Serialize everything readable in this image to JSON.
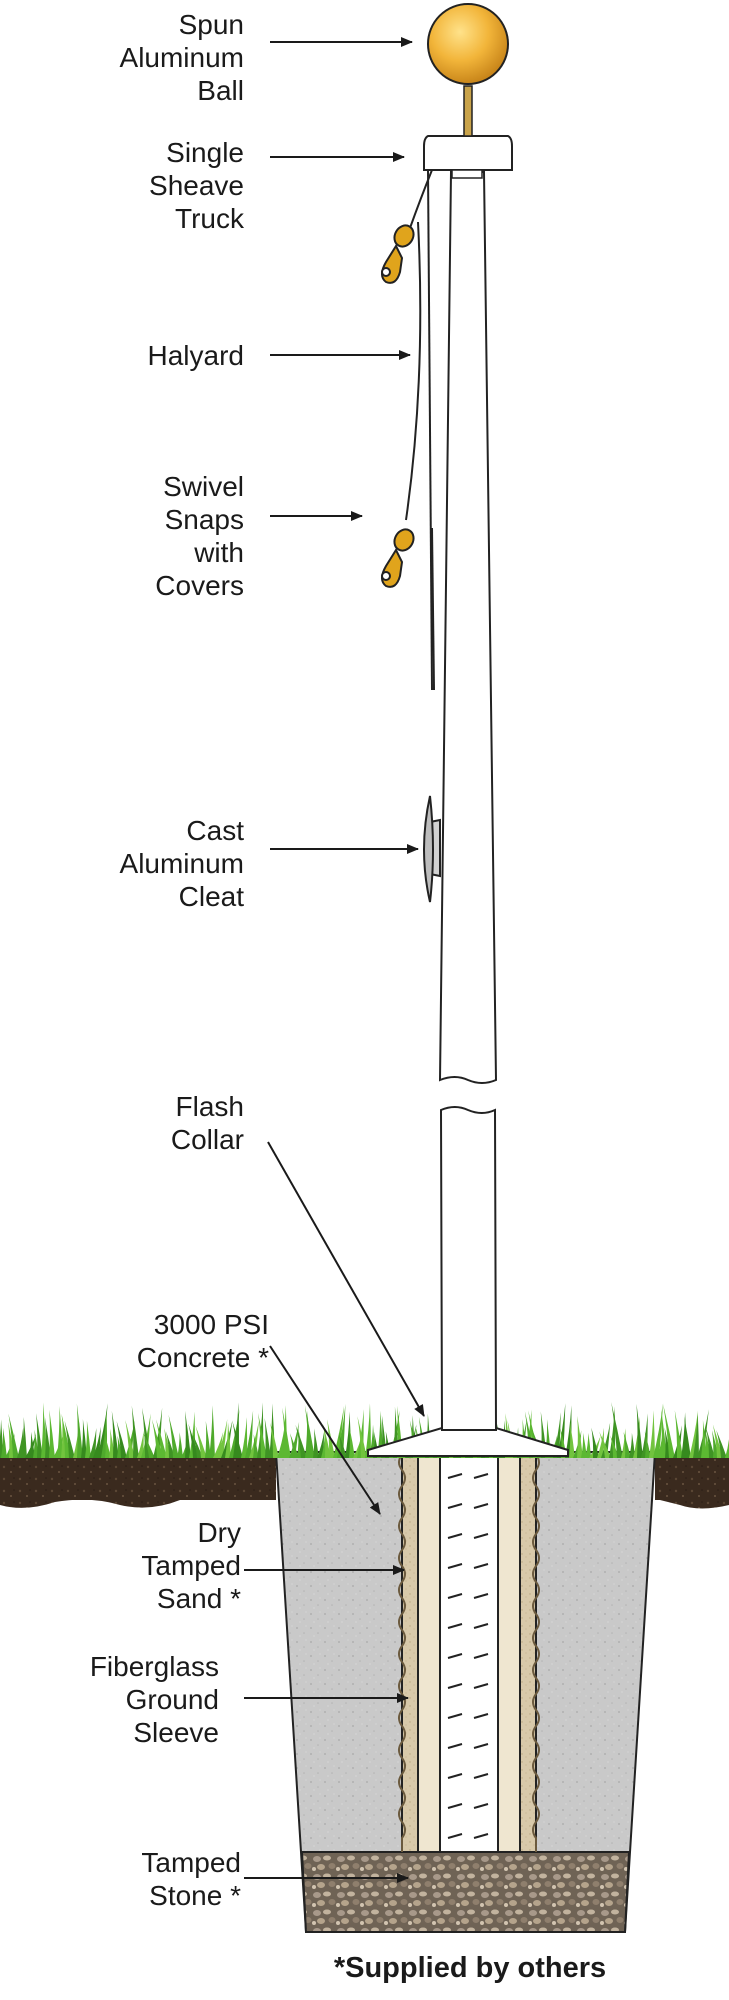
{
  "labels": {
    "ball": [
      "Spun",
      "Aluminum",
      "Ball"
    ],
    "truck": [
      "Single",
      "Sheave",
      "Truck"
    ],
    "halyard": [
      "Halyard"
    ],
    "snaps": [
      "Swivel",
      "Snaps",
      "with",
      "Covers"
    ],
    "cleat": [
      "Cast",
      "Aluminum",
      "Cleat"
    ],
    "collar": [
      "Flash",
      "Collar"
    ],
    "concrete": [
      "3000 PSI",
      "Concrete *"
    ],
    "sand": [
      "Dry",
      "Tamped",
      "Sand *"
    ],
    "sleeve": [
      "Fiberglass",
      "Ground",
      "Sleeve"
    ],
    "stone": [
      "Tamped",
      "Stone *"
    ]
  },
  "footnote": "*Supplied by others",
  "colors": {
    "ball": "#f2b53a",
    "grass": "#4faa2c",
    "soil": "#3a2a1e",
    "concrete": "#c9c9c9",
    "sand": "#d8c9aa",
    "stone": "#8a7a68",
    "snap": "#e0a41c",
    "outline": "#222222"
  }
}
